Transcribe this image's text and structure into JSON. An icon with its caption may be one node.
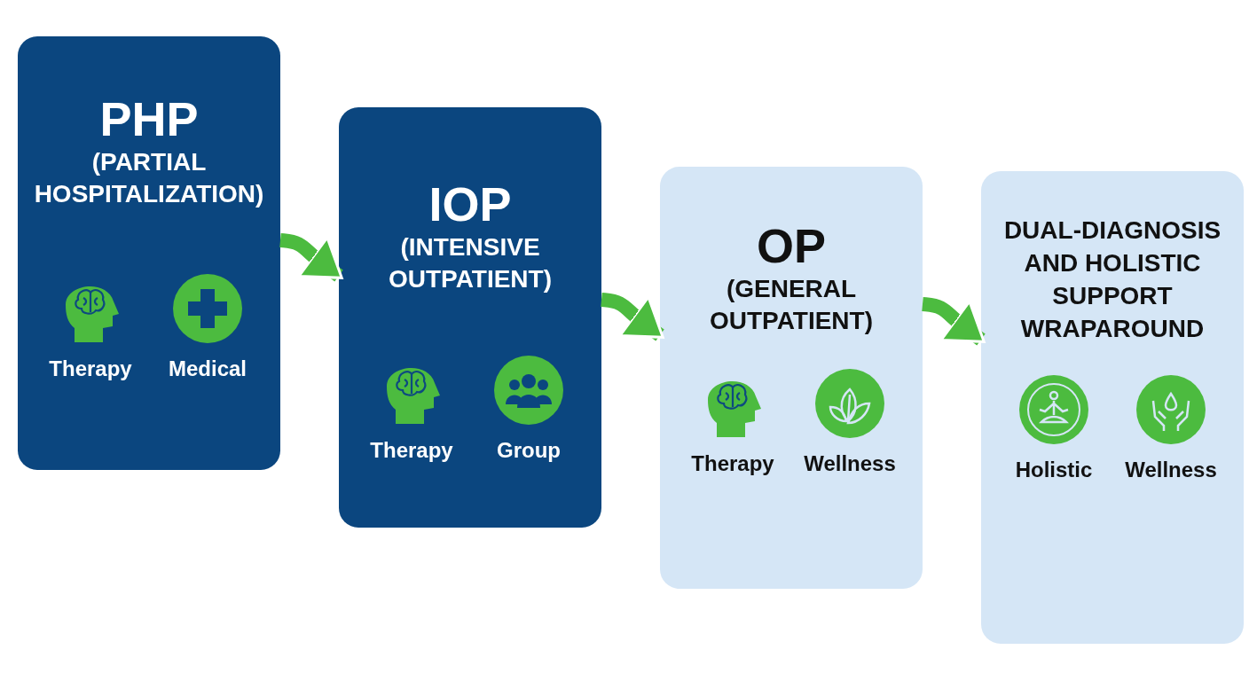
{
  "diagram": {
    "nodes": [
      {
        "text": [
          "PHP",
          "(PARTIAL HOSPITALIZATION)"
        ]
      },
      {
        "text": [
          "Therapy"
        ],
        "in": 0
      },
      {
        "text": [
          "Medical"
        ],
        "in": 0
      },
      {
        "text": [
          "IOP",
          "(INTENSIVE OUTPATIENT)"
        ]
      },
      {
        "text": [
          "Therapy"
        ],
        "in": 3
      },
      {
        "text": [
          "Group"
        ],
        "in": 3
      },
      {
        "text": [
          "OP",
          "(GENERAL OUTPATIENT)"
        ]
      },
      {
        "text": [
          "Therapy"
        ],
        "in": 6
      },
      {
        "text": [
          "Wellness"
        ],
        "in": 6
      },
      {
        "text": [
          "DUAL-DIAGNOSIS AND HOLISTIC SUPPORT WRAPAROUND"
        ]
      },
      {
        "text": [
          "Holistic"
        ],
        "in": 9
      },
      {
        "text": [
          "Wellness"
        ],
        "in": 9
      }
    ],
    "edges": [
      {
        "from": 0,
        "to": 3,
        "arrow": "to"
      },
      {
        "from": 3,
        "to": 6,
        "arrow": "to"
      },
      {
        "from": 6,
        "to": 9,
        "arrow": "to"
      }
    ]
  }
}
